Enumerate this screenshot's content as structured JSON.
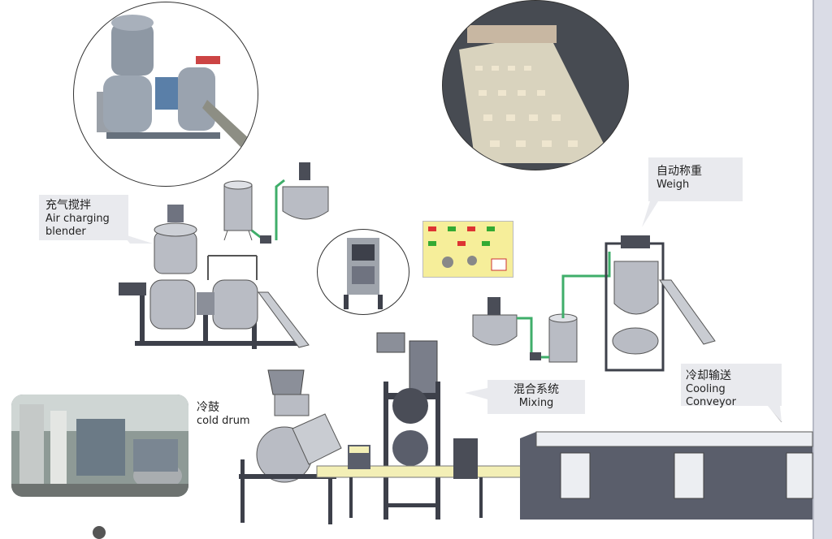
{
  "labels": {
    "air_charging_blender": {
      "zh": "充气搅拌",
      "en_line1": "Air charging",
      "en_line2": "blender"
    },
    "weigh": {
      "zh": "自动称重",
      "en": "Weigh"
    },
    "cold_drum": {
      "zh": "冷鼓",
      "en": "cold drum"
    },
    "mixing": {
      "zh": "混合系统",
      "en": "Mixing"
    },
    "cooling_conveyor": {
      "zh": "冷却输送",
      "en": "Cooling Conveyor"
    }
  },
  "colors": {
    "steel": "#b9bcc4",
    "steel_dark": "#6f7380",
    "frame": "#3d404a",
    "pipe_green": "#3fae6a",
    "belt": "#f3efb6",
    "conveyor_body": "#5a5e6b",
    "callout_bg": "#e9eaee"
  }
}
